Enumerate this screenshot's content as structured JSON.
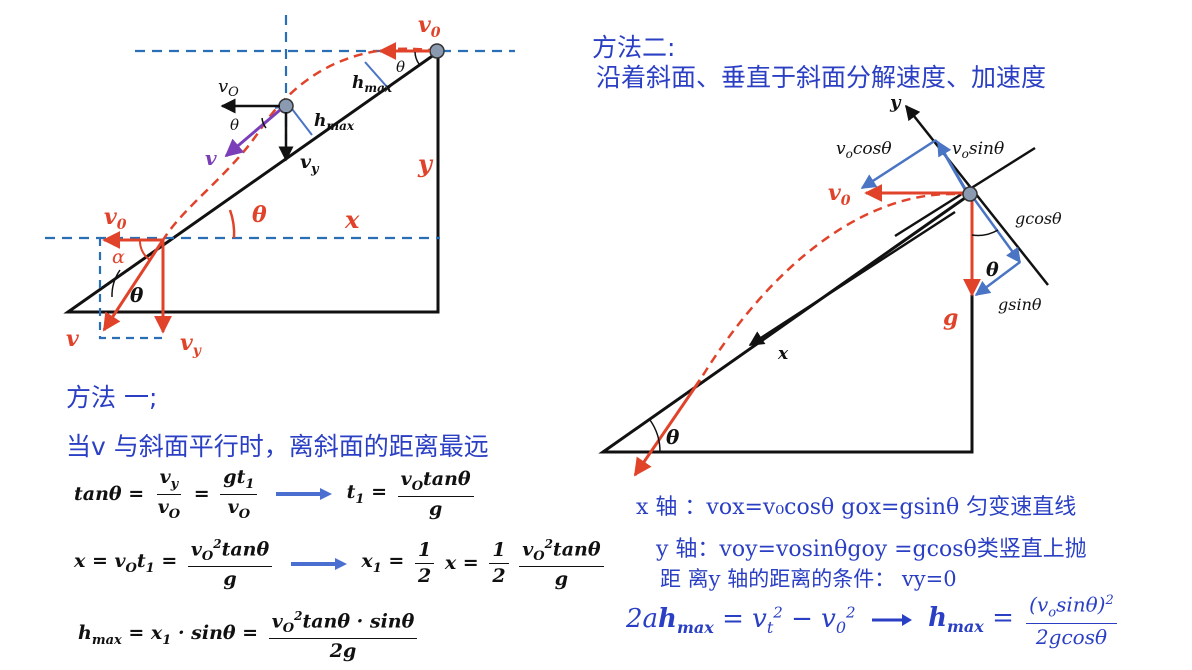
{
  "left": {
    "method1_title": "方法 一;",
    "condition": "当v 与斜面平行时，离斜面的距离最远",
    "labels": {
      "v0_top": "v",
      "v0_top_sub": "0",
      "theta_top": "θ",
      "h_max_1": "h",
      "h_max_1_sub": "max",
      "v0_mid": "v",
      "v0_mid_sub": "O",
      "theta_mid": "θ",
      "h_max_2": "h",
      "h_max_2_sub": "max",
      "v_mid": "v",
      "vy_mid": "v",
      "vy_mid_sub": "y",
      "y_label": "y",
      "theta_base": "θ",
      "x_label": "x",
      "v0_bottom": "v",
      "v0_bottom_sub": "0",
      "alpha": "α",
      "theta_bottom": "θ",
      "v_bottom": "v",
      "vy_bottom": "v",
      "vy_bottom_sub": "y"
    },
    "eq1": {
      "a": "tanθ =",
      "f1n": "v",
      "f1n_sub": "y",
      "f1d": "v",
      "f1d_sub": "O",
      "eq": "=",
      "f2n": "gt",
      "f2n_sub": "1",
      "f2d": "v",
      "f2d_sub": "O",
      "t1": "t",
      "t1_sub": "1",
      "t1_eq": "=",
      "f3n": "v",
      "f3n_sub": "O",
      "f3n_rest": "tanθ",
      "f3d": "g"
    },
    "eq2": {
      "a": "x = v",
      "a_sub": "O",
      "a_rest": "t",
      "a_rest_sub": "1",
      "eq": "=",
      "f1n": "v",
      "f1n_sub": "O",
      "f1n_sup": "2",
      "f1n_rest": "tanθ",
      "f1d": "g",
      "x1": "x",
      "x1_sub": "1",
      "x1_eq": "=",
      "half_n": "1",
      "half_d": "2",
      "x1_mid": "x =",
      "f2n": "1",
      "f2d": "2",
      "f3n": "v",
      "f3n_sub": "O",
      "f3n_sup": "2",
      "f3n_rest": "tanθ",
      "f3d": "g"
    },
    "eq3": {
      "a": "h",
      "a_sub": "max",
      "b": "= x",
      "b_sub": "1",
      "c": "· sinθ =",
      "fn": "v",
      "fn_sub": "O",
      "fn_sup": "2",
      "fn_rest": "tanθ · sinθ",
      "fd": "2g"
    }
  },
  "right": {
    "method2_title": "方法二:",
    "method2_desc": "沿着斜面、垂直于斜面分解速度、加速度",
    "labels": {
      "y_axis": "y",
      "vocos": "v",
      "vocos_sub": "o",
      "vocos_rest": "cosθ",
      "vosin": "v",
      "vosin_sub": "o",
      "vosin_rest": "sinθ",
      "v0": "v",
      "v0_sub": "0",
      "gcos": "gcosθ",
      "theta_g": "θ",
      "g": "g",
      "gsin": "gsinθ",
      "x_axis": "x",
      "theta_base": "θ"
    },
    "line_x": "x  轴  ：vox=v₀cosθ       gox=gsinθ 匀变速直线",
    "line_y": "y 轴：voy=vosinθgoy    =gcosθ类竖直上抛",
    "line_dist": "距  离y  轴的距离的条件：  vy=0",
    "final_eq": {
      "a": "2a",
      "h": "h",
      "h_sub": "max",
      "b": "= v",
      "b_sub": "t",
      "b_sup": "2",
      "c": "− v",
      "c_sub": "0",
      "c_sup": "2",
      "h2": "h",
      "h2_sub": "max",
      "eq": "=",
      "num": "(v",
      "num_sub": "o",
      "num_rest": "sinθ)",
      "num_sup": "2",
      "den": "2gcosθ"
    }
  },
  "colors": {
    "red": "#e0432a",
    "blue": "#4a74c4",
    "dash_blue": "#2a6fb5",
    "purple": "#7a3fb8",
    "text_blue": "#2a3fc4"
  }
}
